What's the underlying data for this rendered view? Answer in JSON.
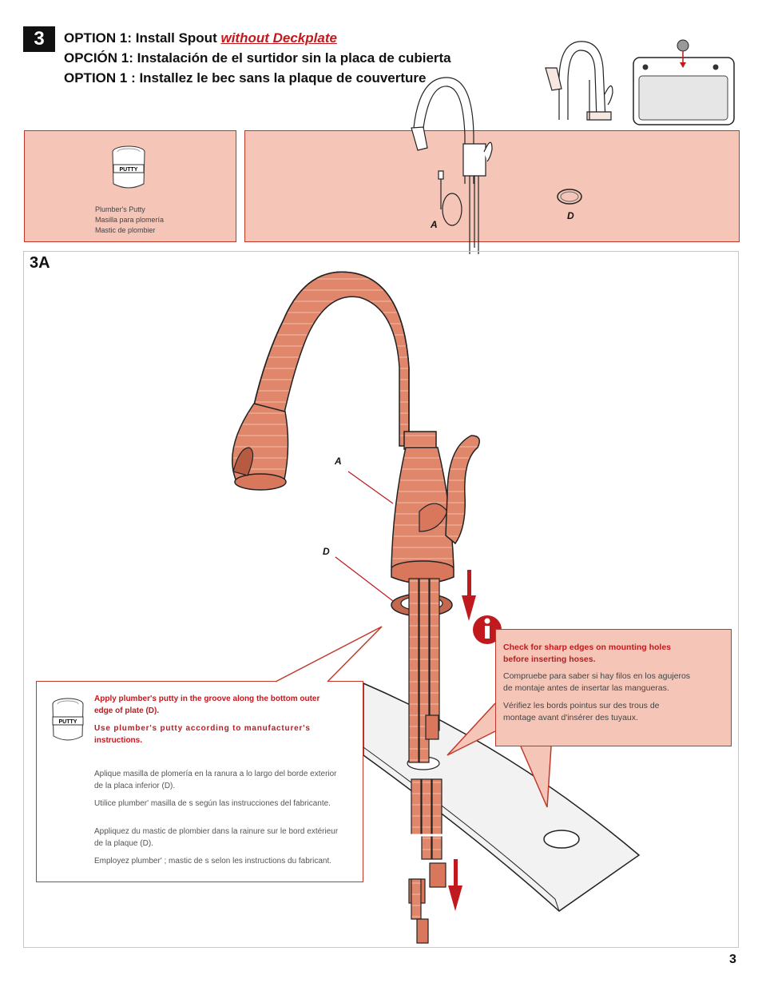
{
  "header": {
    "step_number": "3",
    "line1_prefix": "OPTION 1:  Install Spout ",
    "line1_emphasis": "without Deckplate",
    "line2": "OPCIÓN 1:  Instalación de el surtidor sin la placa de cubierta",
    "line3": "OPTION 1 : Installez le bec sans la plaque de couverture"
  },
  "materials_panel": {
    "putty_label": "PUTTY",
    "caption_en": "Plumber's Putty",
    "caption_es": "Masilla para plomería",
    "caption_fr": "Mastic de plombier"
  },
  "parts_panel": {
    "part_a": "A",
    "part_d": "D"
  },
  "figure": {
    "label": "3A",
    "callout_a": "A",
    "callout_d": "D"
  },
  "info_callout": {
    "icon": "info-icon",
    "en_line1": "Check for sharp edges on mounting holes",
    "en_line2": "before inserting hoses.",
    "es_line1": "Compruebe para saber si hay filos en los agujeros",
    "es_line2": "de montaje antes de insertar las mangueras.",
    "fr_line1": "Vérifiez les bords pointus sur des trous de",
    "fr_line2": "montage avant d'insérer des tuyaux."
  },
  "putty_callout": {
    "putty_label": "PUTTY",
    "en_bold_line1": "Apply plumber's putty in the groove along the bottom outer",
    "en_bold_line2": "edge of plate (D).",
    "en_bold2_line1": "Use plumber's putty according to manufacturer's",
    "en_bold2_line2": "instructions.",
    "es_line1": "Aplique masilla de plomería en la ranura a lo largo del borde exterior",
    "es_line2": "de la placa inferior (D).",
    "es_line3": "Utilice plumber' masilla de s según las instrucciones del fabricante.",
    "fr_line1": "Appliquez du mastic de plombier dans la rainure sur le bord extérieur",
    "fr_line2": "de la plaque (D).",
    "fr_line3": "Employez plumber' ; mastic de s selon les instructions du fabricant."
  },
  "page_number": "3",
  "colors": {
    "accent_red": "#c0191e",
    "panel_fill": "#f5c6b8",
    "faucet_fill": "#e0876b"
  }
}
